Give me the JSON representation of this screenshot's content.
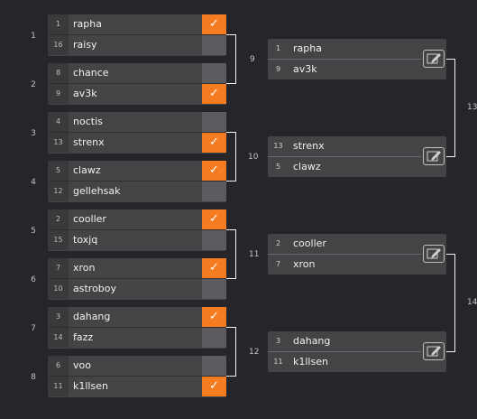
{
  "round1": [
    {
      "match_number": "1",
      "top": {
        "seed": "1",
        "name": "rapha",
        "winner": true
      },
      "bottom": {
        "seed": "16",
        "name": "raisy",
        "winner": false
      }
    },
    {
      "match_number": "2",
      "top": {
        "seed": "8",
        "name": "chance",
        "winner": false
      },
      "bottom": {
        "seed": "9",
        "name": "av3k",
        "winner": true
      }
    },
    {
      "match_number": "3",
      "top": {
        "seed": "4",
        "name": "noctis",
        "winner": false
      },
      "bottom": {
        "seed": "13",
        "name": "strenx",
        "winner": true
      }
    },
    {
      "match_number": "4",
      "top": {
        "seed": "5",
        "name": "clawz",
        "winner": true
      },
      "bottom": {
        "seed": "12",
        "name": "gellehsak",
        "winner": false
      }
    },
    {
      "match_number": "5",
      "top": {
        "seed": "2",
        "name": "cooller",
        "winner": true
      },
      "bottom": {
        "seed": "15",
        "name": "toxjq",
        "winner": false
      }
    },
    {
      "match_number": "6",
      "top": {
        "seed": "7",
        "name": "xron",
        "winner": true
      },
      "bottom": {
        "seed": "10",
        "name": "astroboy",
        "winner": false
      }
    },
    {
      "match_number": "7",
      "top": {
        "seed": "3",
        "name": "dahang",
        "winner": true
      },
      "bottom": {
        "seed": "14",
        "name": "fazz",
        "winner": false
      }
    },
    {
      "match_number": "8",
      "top": {
        "seed": "6",
        "name": "voo",
        "winner": false
      },
      "bottom": {
        "seed": "11",
        "name": "k1llsen",
        "winner": true
      }
    }
  ],
  "round2": [
    {
      "match_number": "9",
      "top": {
        "seed": "1",
        "name": "rapha"
      },
      "bottom": {
        "seed": "9",
        "name": "av3k"
      }
    },
    {
      "match_number": "10",
      "top": {
        "seed": "13",
        "name": "strenx"
      },
      "bottom": {
        "seed": "5",
        "name": "clawz"
      }
    },
    {
      "match_number": "11",
      "top": {
        "seed": "2",
        "name": "cooller"
      },
      "bottom": {
        "seed": "7",
        "name": "xron"
      }
    },
    {
      "match_number": "12",
      "top": {
        "seed": "3",
        "name": "dahang"
      },
      "bottom": {
        "seed": "11",
        "name": "k1llsen"
      }
    }
  ],
  "round3_labels": [
    "13",
    "14"
  ],
  "icons": {
    "check": "✓",
    "edit": "edit-icon"
  },
  "colors": {
    "winner": "#f57c21",
    "background": "#26262a",
    "card": "#444447"
  }
}
